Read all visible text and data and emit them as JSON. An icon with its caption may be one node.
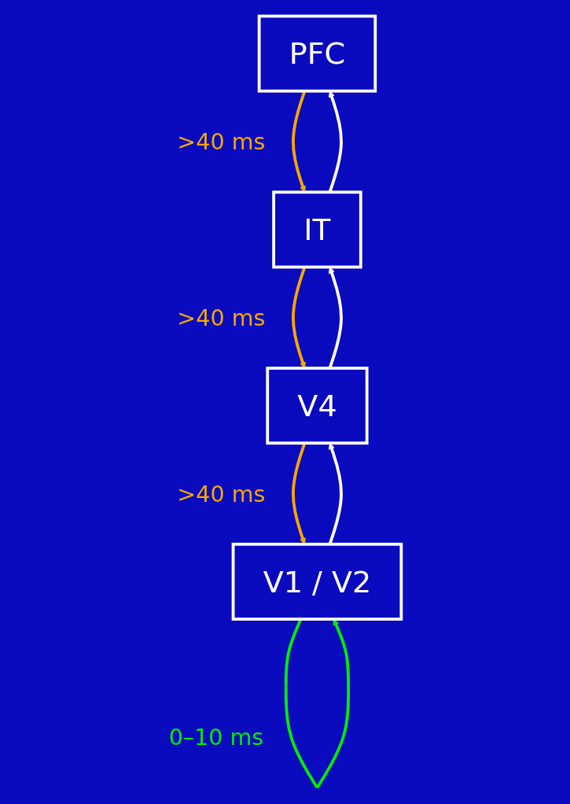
{
  "diagram": {
    "nodes": [
      {
        "text": [
          "PFC"
        ]
      },
      {
        "text": [
          "IT"
        ]
      },
      {
        "text": [
          "V4"
        ]
      },
      {
        "text": [
          "V1 / V2"
        ]
      }
    ],
    "edges": [
      {
        "from": 1,
        "to": 0,
        "arrow": "to"
      },
      {
        "from": 0,
        "to": 1,
        "arrow": "to",
        "label": ">40 ms",
        "color": "#f5a800"
      },
      {
        "from": 2,
        "to": 1,
        "arrow": "to"
      },
      {
        "from": 1,
        "to": 2,
        "arrow": "to",
        "label": ">40 ms",
        "color": "#f5a800"
      },
      {
        "from": 3,
        "to": 2,
        "arrow": "to"
      },
      {
        "from": 2,
        "to": 3,
        "arrow": "to",
        "label": ">40 ms",
        "color": "#f5a800"
      },
      {
        "from": 3,
        "to": 3,
        "arrow": "to",
        "label": "0–10 ms",
        "color": "#00ee00"
      }
    ]
  }
}
